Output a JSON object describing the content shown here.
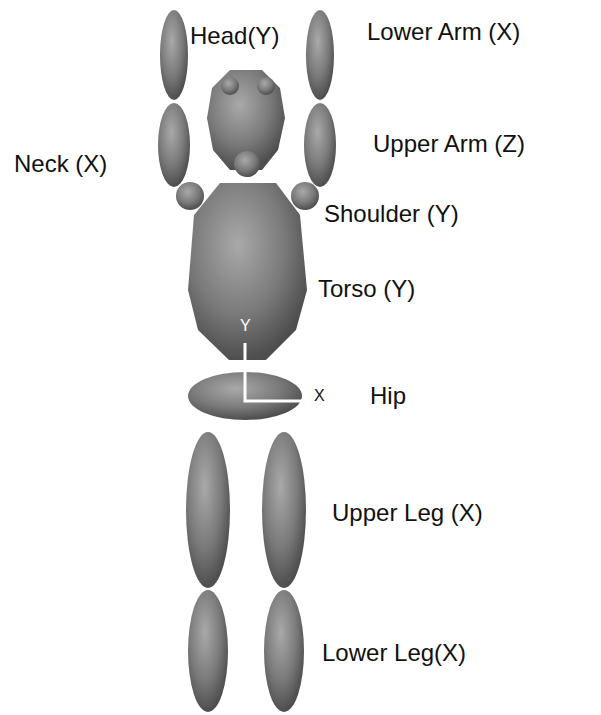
{
  "diagram": {
    "labels": [
      "Head(Y)",
      "Lower Arm (X)",
      "Upper Arm (Z)",
      "Neck (X)",
      "Shoulder (Y)",
      "Torso (Y)",
      "Hip",
      "Upper Leg (X)",
      "Lower Leg(X)",
      "Y",
      "X"
    ]
  }
}
